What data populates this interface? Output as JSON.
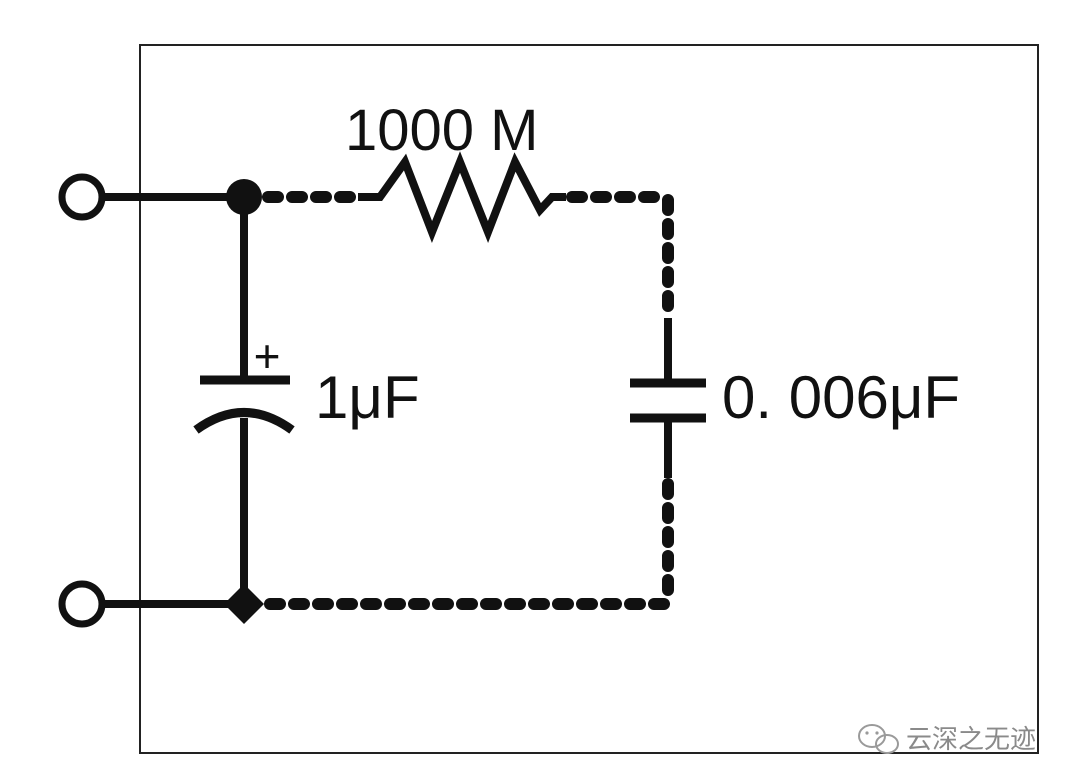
{
  "diagram": {
    "resistor_label": "1000 M",
    "capacitor_main_label": "1μF",
    "capacitor_main_polarity": "+",
    "capacitor_small_label": "0. 006μF",
    "watermark": "云深之无迹"
  },
  "colors": {
    "line": "#111111",
    "frame": "#222222",
    "background": "#ffffff",
    "watermark": "#8a8a8a"
  }
}
